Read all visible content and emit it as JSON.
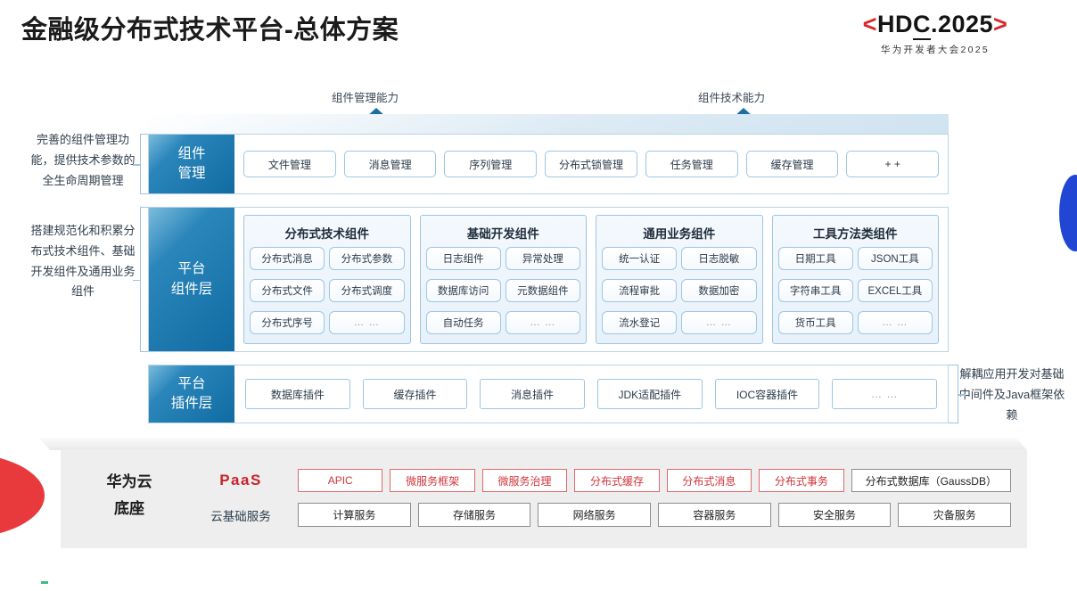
{
  "header": {
    "title": "金融级分布式技术平台-总体方案",
    "logo_prefix": "<",
    "logo_h": "H",
    "logo_d": "D",
    "logo_c": "C",
    "logo_rest": ".2025",
    "logo_suffix": ">",
    "logo_sub": "华为开发者大会2025",
    "brand_red": "#d9262c"
  },
  "arrows": {
    "left_label": "组件管理能力",
    "right_label": "组件技术能力",
    "color": "#1a6fa0"
  },
  "side_notes": {
    "left": [
      "完善的组件管理功能，提供技术参数的全生命周期管理",
      "搭建规范化和积累分布式技术组件、基础开发组件及通用业务组件"
    ],
    "right": "解耦应用开发对基础中间件及Java框架依赖"
  },
  "layers": {
    "management": {
      "label": "组件\n管理",
      "label_line1": "组件",
      "label_line2": "管理",
      "items": [
        "文件管理",
        "消息管理",
        "序列管理",
        "分布式锁管理",
        "任务管理",
        "缓存管理",
        "+ +"
      ]
    },
    "component": {
      "label_line1": "平台",
      "label_line2": "组件层",
      "groups": [
        {
          "title": "分布式技术组件",
          "items": [
            "分布式消息",
            "分布式参数",
            "分布式文件",
            "分布式调度",
            "分布式序号",
            "… …"
          ]
        },
        {
          "title": "基础开发组件",
          "items": [
            "日志组件",
            "异常处理",
            "数据库访问",
            "元数据组件",
            "自动任务",
            "… …"
          ]
        },
        {
          "title": "通用业务组件",
          "items": [
            "统一认证",
            "日志脱敏",
            "流程审批",
            "数据加密",
            "流水登记",
            "… …"
          ]
        },
        {
          "title": "工具方法类组件",
          "items": [
            "日期工具",
            "JSON工具",
            "字符串工具",
            "EXCEL工具",
            "货币工具",
            "… …"
          ]
        }
      ]
    },
    "plugin": {
      "label_line1": "平台",
      "label_line2": "插件层",
      "items": [
        "数据库插件",
        "缓存插件",
        "消息插件",
        "JDK适配插件",
        "IOC容器插件",
        "… …"
      ]
    }
  },
  "base": {
    "title_line1": "华为云",
    "title_line2": "底座",
    "paas_label": "PaaS",
    "cloud_label": "云基础服务",
    "paas_items": [
      {
        "text": "APIC",
        "style": "red"
      },
      {
        "text": "微服务框架",
        "style": "red"
      },
      {
        "text": "微服务治理",
        "style": "red"
      },
      {
        "text": "分布式缓存",
        "style": "red"
      },
      {
        "text": "分布式消息",
        "style": "red"
      },
      {
        "text": "分布式事务",
        "style": "red"
      },
      {
        "text": "分布式数据库（GaussDB）",
        "style": "gray"
      }
    ],
    "cloud_items": [
      "计算服务",
      "存储服务",
      "网络服务",
      "容器服务",
      "安全服务",
      "灾备服务"
    ]
  },
  "decor": {
    "left_wedge_color": "#e8393c",
    "right_lens_color": "#2146d4",
    "panel_blue": "#0f6ba1"
  }
}
